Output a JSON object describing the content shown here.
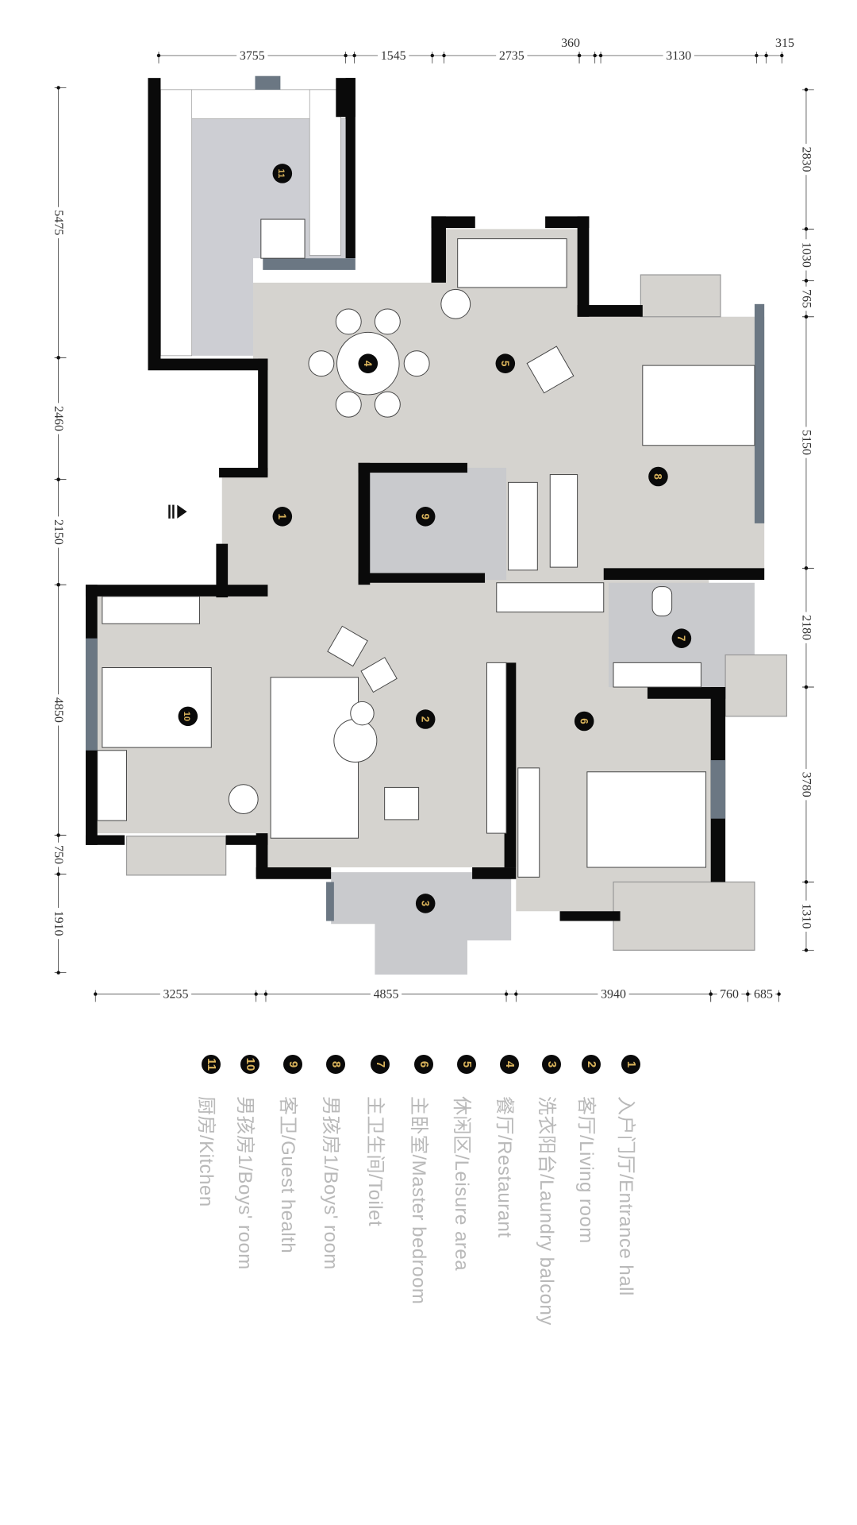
{
  "dimensions": {
    "top": [
      "3755",
      "1545",
      "2735",
      "360",
      "3130",
      "315"
    ],
    "bottom": [
      "3255",
      "4855",
      "3940",
      "760",
      "685"
    ],
    "left": [
      "5475",
      "2460",
      "2150",
      "4850",
      "750",
      "1910"
    ],
    "right": [
      "2830",
      "1030",
      "765",
      "5150",
      "2180",
      "3780",
      "1310"
    ]
  },
  "rooms": [
    {
      "num": "1",
      "label": "入户门厅/Entrance hall"
    },
    {
      "num": "2",
      "label": "客厅/Living room"
    },
    {
      "num": "3",
      "label": "洗衣阳台/Laundry balcony"
    },
    {
      "num": "4",
      "label": "餐厅/Restaurant"
    },
    {
      "num": "5",
      "label": "休闲区/Leisure area"
    },
    {
      "num": "6",
      "label": "主卧室/Master bedroom"
    },
    {
      "num": "7",
      "label": "主卫生间/Toilet"
    },
    {
      "num": "8",
      "label": "男孩房1/Boys' room"
    },
    {
      "num": "9",
      "label": "客卫/Guest health"
    },
    {
      "num": "10",
      "label": "男孩房1/Boys' room"
    },
    {
      "num": "11",
      "label": "厨房/Kitchen"
    }
  ],
  "colors": {
    "wall": "#0a0a0a",
    "floor": "#d5d3cf",
    "wet_floor": "#c9cacd",
    "badge_text": "#d9b35b",
    "accent_wall": "#6b7783",
    "legend_text": "#b9b9b9"
  }
}
